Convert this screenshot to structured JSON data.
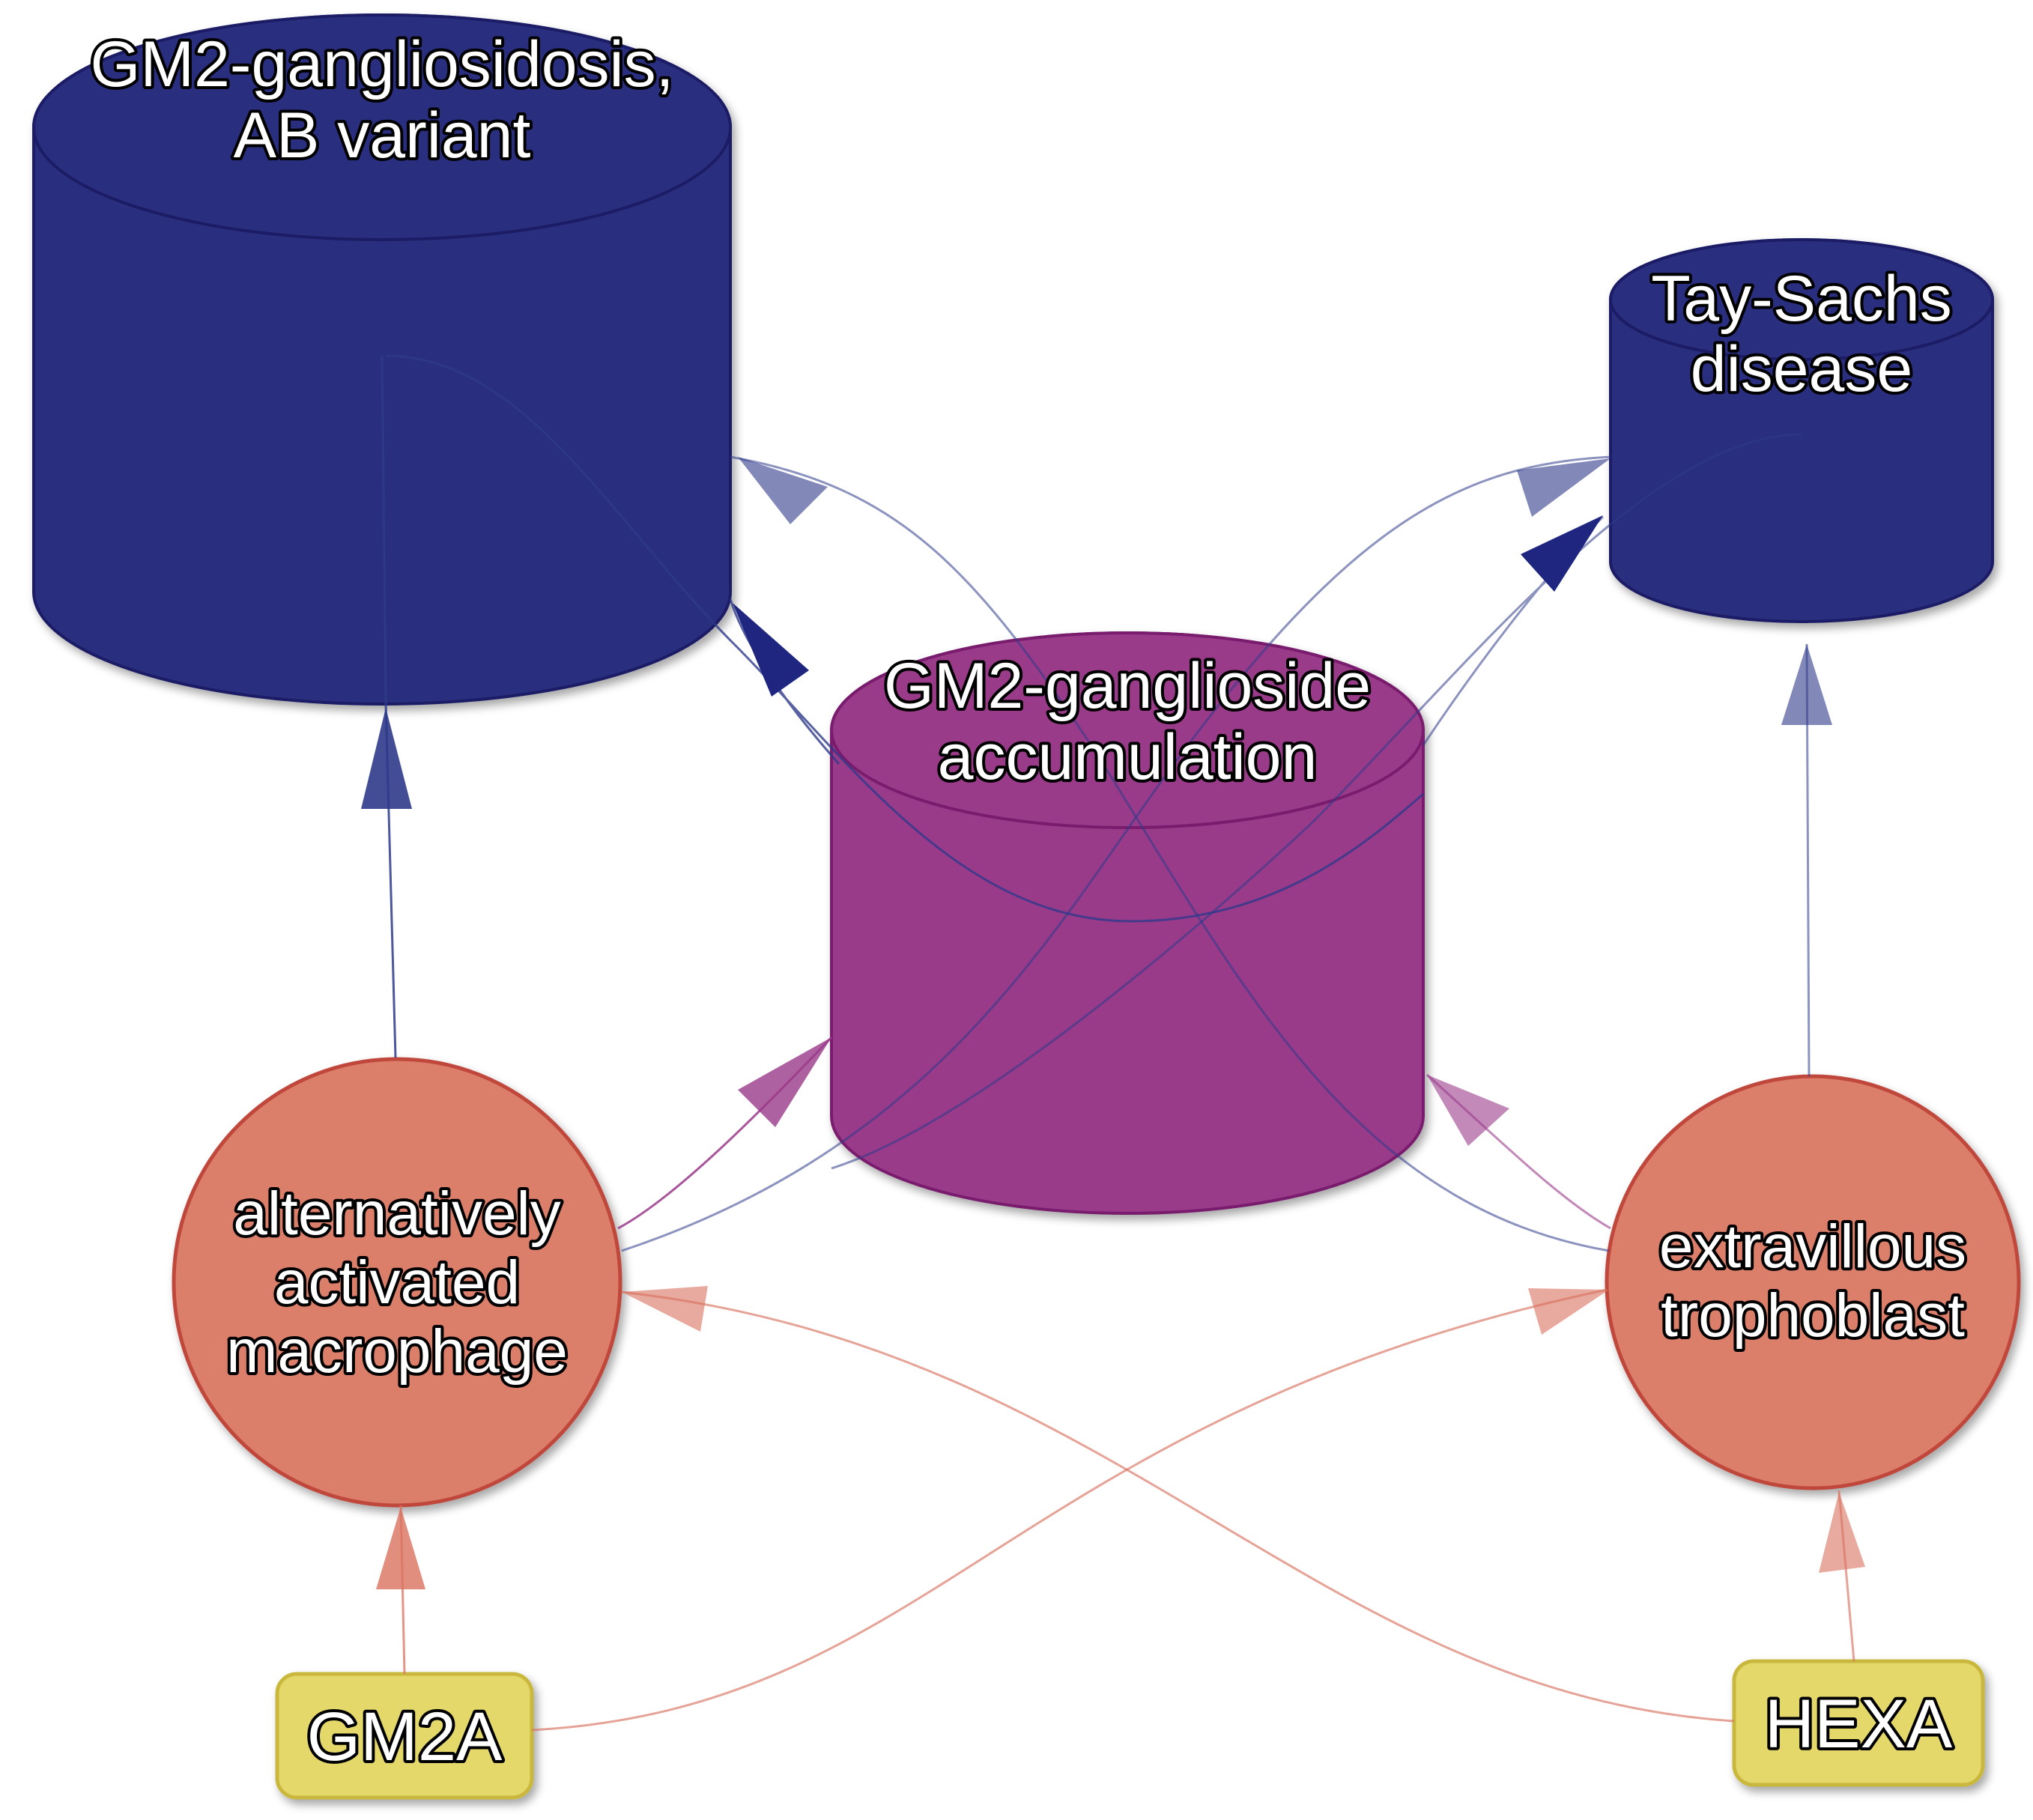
{
  "colors": {
    "disease": "#2b2f7e",
    "disease_stroke": "#1c1f66",
    "phenotype": "#9a3a8a",
    "phenotype_stroke": "#7a1f6e",
    "cell": "#dc7f6a",
    "cell_stroke": "#c0473a",
    "gene": "#e5d86a",
    "gene_stroke": "#c9b83e",
    "edge_disease": "#2e3a8a",
    "edge_phenotype": "#9a3a8a",
    "edge_gene": "#d9725f"
  },
  "nodes": {
    "ab_variant": {
      "line1": "GM2-gangliosidosis,",
      "line2": "AB variant",
      "kind": "disease"
    },
    "tay_sachs": {
      "line1": "Tay-Sachs",
      "line2": "disease",
      "kind": "disease"
    },
    "accumulation": {
      "line1": "GM2-ganglioside",
      "line2": "accumulation",
      "kind": "phenotype"
    },
    "macrophage": {
      "line1": "alternatively",
      "line2": "activated",
      "line3": "macrophage",
      "kind": "cell-type"
    },
    "trophoblast": {
      "line1": "extravillous",
      "line2": "trophoblast",
      "kind": "cell-type"
    },
    "gm2a": {
      "label": "GM2A",
      "kind": "gene"
    },
    "hexa": {
      "label": "HEXA",
      "kind": "gene"
    }
  },
  "edges": [
    {
      "from": "gm2a",
      "to": "macrophage"
    },
    {
      "from": "gm2a",
      "to": "trophoblast"
    },
    {
      "from": "hexa",
      "to": "trophoblast"
    },
    {
      "from": "hexa",
      "to": "macrophage"
    },
    {
      "from": "macrophage",
      "to": "ab_variant"
    },
    {
      "from": "macrophage",
      "to": "accumulation"
    },
    {
      "from": "macrophage",
      "to": "tay_sachs"
    },
    {
      "from": "trophoblast",
      "to": "accumulation"
    },
    {
      "from": "trophoblast",
      "to": "tay_sachs"
    },
    {
      "from": "trophoblast",
      "to": "ab_variant"
    },
    {
      "from": "accumulation",
      "to": "ab_variant"
    },
    {
      "from": "accumulation",
      "to": "tay_sachs"
    }
  ]
}
